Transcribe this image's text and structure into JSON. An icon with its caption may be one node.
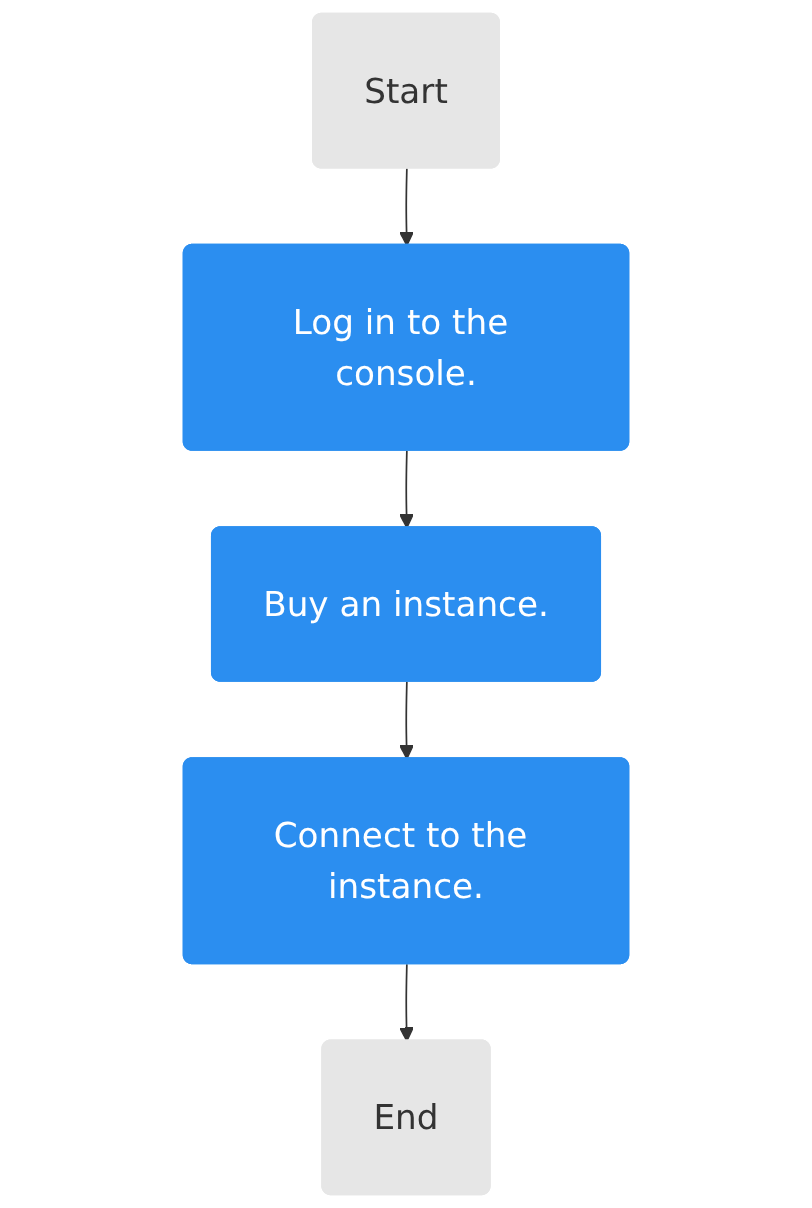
{
  "diagram": {
    "nodes": [
      {
        "text": [
          "Start"
        ]
      },
      {
        "text": [
          "Log in to the console."
        ]
      },
      {
        "text": [
          "Buy an instance."
        ]
      },
      {
        "text": [
          "Connect to the instance."
        ]
      },
      {
        "text": [
          "End"
        ]
      }
    ],
    "edges": [
      {
        "from": 0,
        "to": 1,
        "arrow": "to"
      },
      {
        "from": 1,
        "to": 2,
        "arrow": "to"
      },
      {
        "from": 2,
        "to": 3,
        "arrow": "to"
      },
      {
        "from": 3,
        "to": 4,
        "arrow": "to"
      }
    ]
  }
}
